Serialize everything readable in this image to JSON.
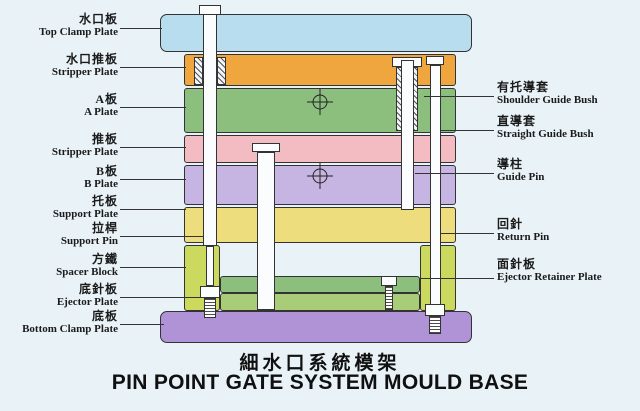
{
  "title": {
    "zh": "細水口系統模架",
    "en": "PIN POINT GATE SYSTEM MOULD BASE"
  },
  "left_labels": [
    {
      "zh": "水口板",
      "en": "Top Clamp Plate"
    },
    {
      "zh": "水口推板",
      "en": "Stripper Plate"
    },
    {
      "zh": "A板",
      "en": "A Plate"
    },
    {
      "zh": "推板",
      "en": "Stripper Plate"
    },
    {
      "zh": "B板",
      "en": "B Plate"
    },
    {
      "zh": "托板",
      "en": "Support Plate"
    },
    {
      "zh": "拉桿",
      "en": "Support Pin"
    },
    {
      "zh": "方鐵",
      "en": "Spacer Block"
    },
    {
      "zh": "底針板",
      "en": "Ejector Plate"
    },
    {
      "zh": "底板",
      "en": "Bottom Clamp Plate"
    }
  ],
  "right_labels": [
    {
      "zh": "有托導套",
      "en": "Shoulder Guide Bush"
    },
    {
      "zh": "直導套",
      "en": "Straight Guide Bush"
    },
    {
      "zh": "導柱",
      "en": "Guide Pin"
    },
    {
      "zh": "回針",
      "en": "Return Pin"
    },
    {
      "zh": "面針板",
      "en": "Ejector Retainer Plate"
    }
  ],
  "colors": {
    "background": "#e9f3f7",
    "top_clamp_plate": "#b8ddee",
    "stripper_plate_top": "#f0a63e",
    "a_plate": "#8cbf7e",
    "stripper_plate": "#f3bcc3",
    "b_plate": "#c6b4e2",
    "support_plate": "#eedd7d",
    "spacer_block": "#ccd95f",
    "ejector_retainer_plate": "#8cbf7e",
    "ejector_plate": "#a9cc79",
    "bottom_clamp_plate": "#b092d6"
  }
}
